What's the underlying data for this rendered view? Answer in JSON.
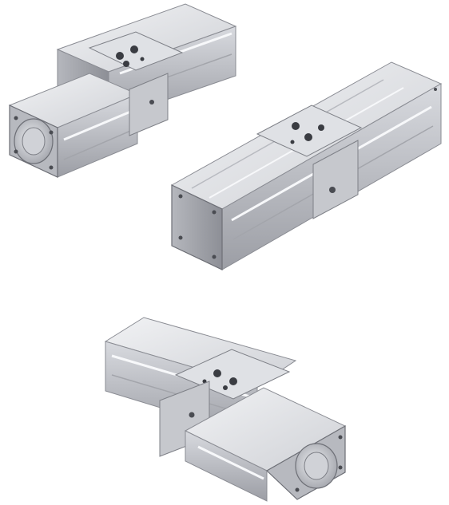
{
  "scene": {
    "description_free": true,
    "object_count": 3,
    "objects": [
      {
        "kind": "rotary-actuator",
        "variant": "cross-short-barrel"
      },
      {
        "kind": "rotary-actuator",
        "variant": "square-long-barrel"
      },
      {
        "kind": "rotary-actuator",
        "variant": "cross-short-barrel-flipped"
      }
    ],
    "colors": {
      "background": "#ffffff",
      "metal_light": "#e6e7ea",
      "metal_mid": "#c9cbd0",
      "metal_dark": "#9a9ca3",
      "edge": "#6d6f76",
      "hole": "#3a3c42"
    }
  }
}
